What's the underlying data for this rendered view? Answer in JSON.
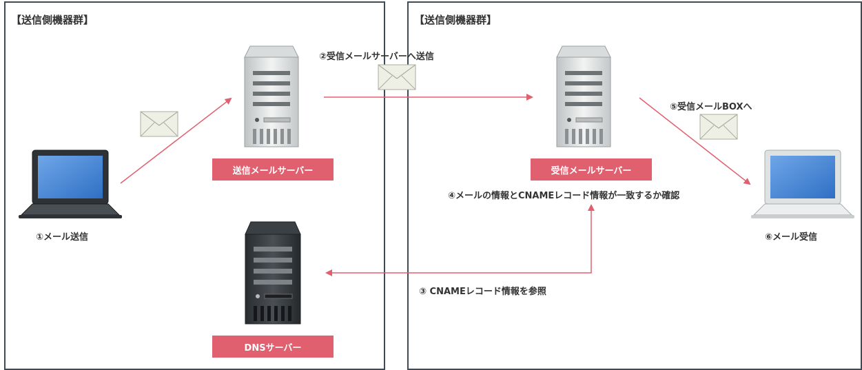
{
  "panels": {
    "left_title": "【送信側機器群】",
    "right_title": "【送信側機器群】"
  },
  "nodes": {
    "sender_server": "送信メールサーバー",
    "receiver_server": "受信メールサーバー",
    "dns_server": "DNSサーバー"
  },
  "steps": {
    "step1": "①メール送信",
    "step2": "②受信メールサーバーへ送信",
    "step3": "③ CNAMEレコード情報を参照",
    "step4": "④メールの情報とCNAMEレコード情報が一致するか確認",
    "step5": "⑤受信メールBOXへ",
    "step6": "⑥メール受信"
  },
  "colors": {
    "accent": "#e0606f",
    "border": "#3f4a55",
    "arrow": "#e0606f"
  }
}
